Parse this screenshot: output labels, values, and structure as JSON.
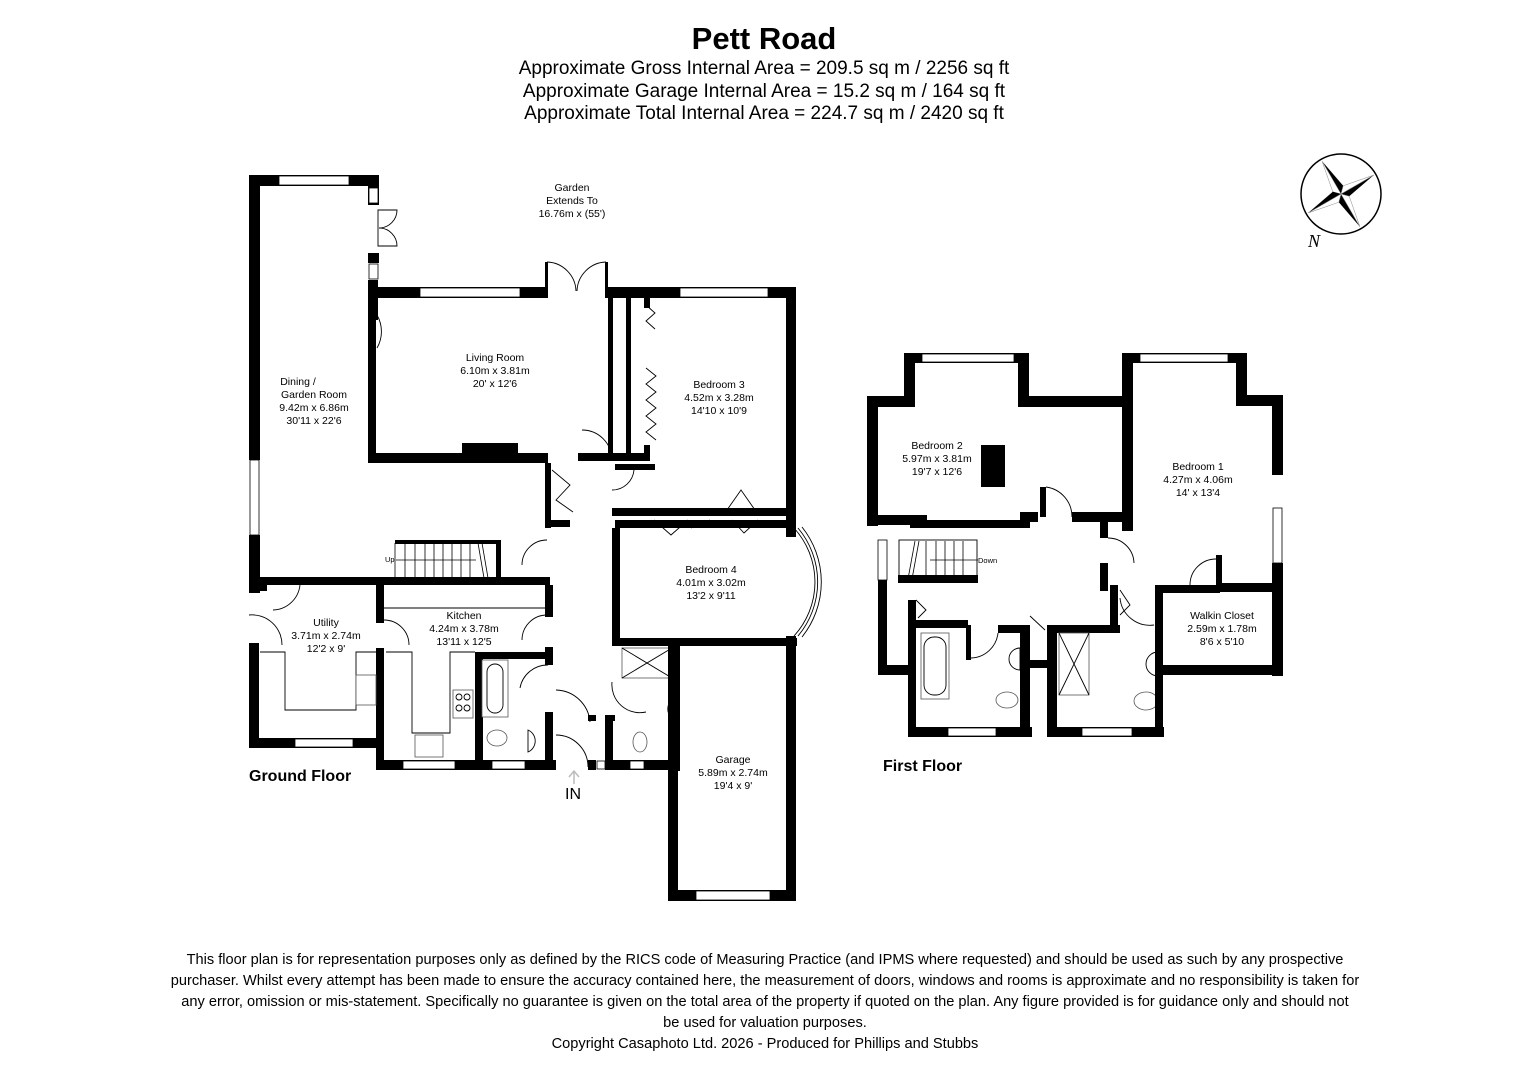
{
  "header": {
    "title": "Pett Road",
    "areas": [
      "Approximate Gross Internal Area = 209.5 sq m / 2256 sq ft",
      "Approximate Garage Internal Area = 15.2 sq m / 164 sq ft",
      "Approximate Total Internal Area = 224.7 sq m / 2420 sq ft"
    ]
  },
  "garden": {
    "line1": "Garden",
    "line2": "Extends To",
    "line3": "16.76m x (55')"
  },
  "compass": {
    "label": "N"
  },
  "ground_floor": {
    "label": "Ground Floor",
    "entrance": "IN",
    "stairs_label": "Up",
    "rooms": [
      {
        "name": "Dining /",
        "name2": "Garden Room",
        "metric": "9.42m x 6.86m",
        "imperial": "30'11 x 22'6"
      },
      {
        "name": "Living Room",
        "metric": "6.10m x 3.81m",
        "imperial": "20' x 12'6"
      },
      {
        "name": "Bedroom 3",
        "metric": "4.52m x 3.28m",
        "imperial": "14'10 x 10'9"
      },
      {
        "name": "Bedroom 4",
        "metric": "4.01m x 3.02m",
        "imperial": "13'2 x 9'11"
      },
      {
        "name": "Utility",
        "metric": "3.71m x 2.74m",
        "imperial": "12'2 x 9'"
      },
      {
        "name": "Kitchen",
        "metric": "4.24m x 3.78m",
        "imperial": "13'11 x 12'5"
      },
      {
        "name": "Garage",
        "metric": "5.89m x 2.74m",
        "imperial": "19'4 x 9'"
      }
    ]
  },
  "first_floor": {
    "label": "First Floor",
    "stairs_label": "Down",
    "rooms": [
      {
        "name": "Bedroom 2",
        "metric": "5.97m x 3.81m",
        "imperial": "19'7 x 12'6"
      },
      {
        "name": "Bedroom 1",
        "metric": "4.27m x 4.06m",
        "imperial": "14' x 13'4"
      },
      {
        "name": "Walkin Closet",
        "metric": "2.59m x 1.78m",
        "imperial": "8'6 x 5'10"
      }
    ]
  },
  "disclaimer": {
    "lines": [
      "This floor plan is for representation purposes only as defined by the RICS code of Measuring Practice (and IPMS where requested) and should be used as such by any prospective",
      "purchaser. Whilst every attempt has been made to ensure the accuracy contained here, the measurement of doors, windows and rooms is approximate and no responsibility is taken for",
      "any error, omission or mis-statement. Specifically no guarantee is given on the total area of the property if quoted on the plan. Any figure provided is for guidance only and should not",
      "be used for valuation purposes."
    ],
    "copyright": "Copyright Casaphoto Ltd. 2026 - Produced for Phillips and Stubbs"
  }
}
